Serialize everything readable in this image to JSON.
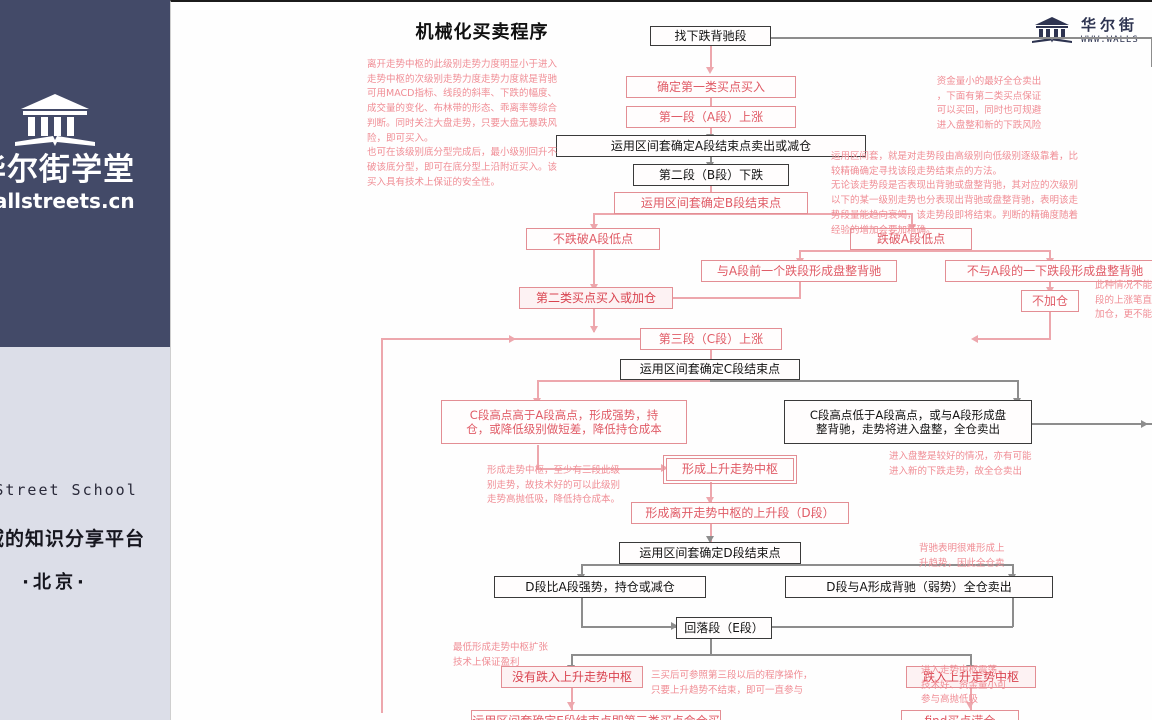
{
  "sidebar": {
    "logo_icon": "bank-building-icon",
    "logo_cn": "华尔街学堂",
    "logo_url": "wallstreets.cn",
    "en_line": "l Street School",
    "cn_line": "领域的知识分享平台",
    "city": "·北京·",
    "top_bg": "#434a68",
    "bottom_bg": "#dcdee8"
  },
  "watermark": {
    "icon": "bank-building-icon",
    "cn": "华尔街",
    "en": "WWW.WALLS"
  },
  "slide": {
    "title": "机械化买卖程序"
  },
  "chart_data": {
    "type": "diagram",
    "title": "机械化买卖程序",
    "nodes": [
      {
        "id": "n1",
        "label": "找下跌背驰段",
        "style": "black"
      },
      {
        "id": "n2",
        "label": "确定第一类买点买入",
        "style": "red"
      },
      {
        "id": "n3",
        "label": "第一段（A段）上涨",
        "style": "red"
      },
      {
        "id": "n4",
        "label": "运用区间套确定A段结束点卖出或减仓",
        "style": "black"
      },
      {
        "id": "n5",
        "label": "第二段（B段）下跌",
        "style": "black"
      },
      {
        "id": "n6",
        "label": "运用区间套确定B段结束点",
        "style": "red"
      },
      {
        "id": "n7",
        "label": "不跌破A段低点",
        "style": "red"
      },
      {
        "id": "n8",
        "label": "跌破A段低点",
        "style": "red"
      },
      {
        "id": "n9",
        "label": "与A段前一个跌段形成盘整背驰",
        "style": "red"
      },
      {
        "id": "n10",
        "label": "不与A段的一下跌段形成盘整背驰",
        "style": "red"
      },
      {
        "id": "n11",
        "label": "第二类买点买入或加仓",
        "style": "red-fill"
      },
      {
        "id": "n12",
        "label": "不加仓",
        "style": "red"
      },
      {
        "id": "n13",
        "label": "第三段（C段）上涨",
        "style": "red"
      },
      {
        "id": "n14",
        "label": "运用区间套确定C段结束点",
        "style": "black"
      },
      {
        "id": "n15",
        "label": "C段高点高于A段高点，形成强势，持\n仓，或降低级别做短差，降低持仓成本",
        "style": "red"
      },
      {
        "id": "n16",
        "label": "C段高点低于A段高点，或与A段形成盘\n整背驰，走势将进入盘整，全仓卖出",
        "style": "black"
      },
      {
        "id": "n17",
        "label": "形成上升走势中枢",
        "style": "red-double"
      },
      {
        "id": "n18",
        "label": "形成离开走势中枢的上升段（D段）",
        "style": "red"
      },
      {
        "id": "n19",
        "label": "运用区间套确定D段结束点",
        "style": "black"
      },
      {
        "id": "n20",
        "label": "D段比A段强势，持仓或减仓",
        "style": "black"
      },
      {
        "id": "n21",
        "label": "D段与A形成背驰（弱势）全仓卖出",
        "style": "black"
      },
      {
        "id": "n22",
        "label": "回落段（E段）",
        "style": "black"
      },
      {
        "id": "n23",
        "label": "没有跌入上升走势中枢",
        "style": "red-fill"
      },
      {
        "id": "n24",
        "label": "跌入上升走势中枢",
        "style": "red-fill"
      },
      {
        "id": "n25",
        "label": "运用区间套确定E段结束点即第三类买点会仓买",
        "style": "red"
      },
      {
        "id": "n26",
        "label": "find买点满仓",
        "style": "red"
      }
    ],
    "annotations": [
      {
        "id": "a1",
        "text": "离开走势中枢的此级别走势力度明显小于进入\n走势中枢的次级别走势力度走势力度就是背驰\n可用MACD指标、线段的斜率、下跌的幅度、\n成交量的变化、布林带的形态、乖离率等综合\n判断。同时关注大盘走势，只要大盘无暴跌风\n险，即可买入。\n也可在该级别底分型完成后，最小级别回升不\n破该底分型，即可在底分型上沿附近买入。该\n买入具有技术上保证的安全性。"
      },
      {
        "id": "a2",
        "text": "资金量小的最好全仓卖出\n，下面有第二类买点保证\n可以买回，同时也可规避\n进入盘整和新的下跌风险"
      },
      {
        "id": "a3",
        "text": "运用区间套，就是对走势段由高级别向低级别逐级靠着，比\n较精确确定寻找该段走势结束点的方法。\n无论该走势段是否表现出背驰或盘整背驰，其对应的次级别\n以下的某一级别走势也分表现出背驰或盘整背驰，表明该走\n势段量能趋向衰竭，该走势段即将结束。判断的精确度随着\n经验的增加会要加精确。"
      },
      {
        "id": "a4",
        "text": "此种情况不能保证第三\n段的上涨笔直，故不能\n加仓，更不能买入"
      },
      {
        "id": "a5",
        "text": "进入盘整是较好的情况，亦有可能\n进入新的下跌走势，故全仓卖出"
      },
      {
        "id": "a6",
        "text": "形成走势中枢，至少有三段此级\n别走势，故技术好的可以此级别\n走势高抛低吸，降低持仓成本。"
      },
      {
        "id": "a7",
        "text": "背驰表明很难形成上\n升趋势，因此全仓卖"
      },
      {
        "id": "a8",
        "text": "最低形成走势中枢扩张\n技术上保证盈利"
      },
      {
        "id": "a9",
        "text": "三买后可参照第三段以后的程序操作，\n只要上升趋势不结束，即可一直参与"
      },
      {
        "id": "a10",
        "text": "进入走势中枢震荡，\n技术好、资金量小可\n参与高抛低吸"
      }
    ],
    "colors": {
      "red_stroke": "#e38e94",
      "red_text": "#e05b66",
      "black_stroke": "#3a3a3a",
      "annotation": "#f08d95",
      "sidebar_dark": "#434a68",
      "sidebar_light": "#dcdee8"
    }
  }
}
